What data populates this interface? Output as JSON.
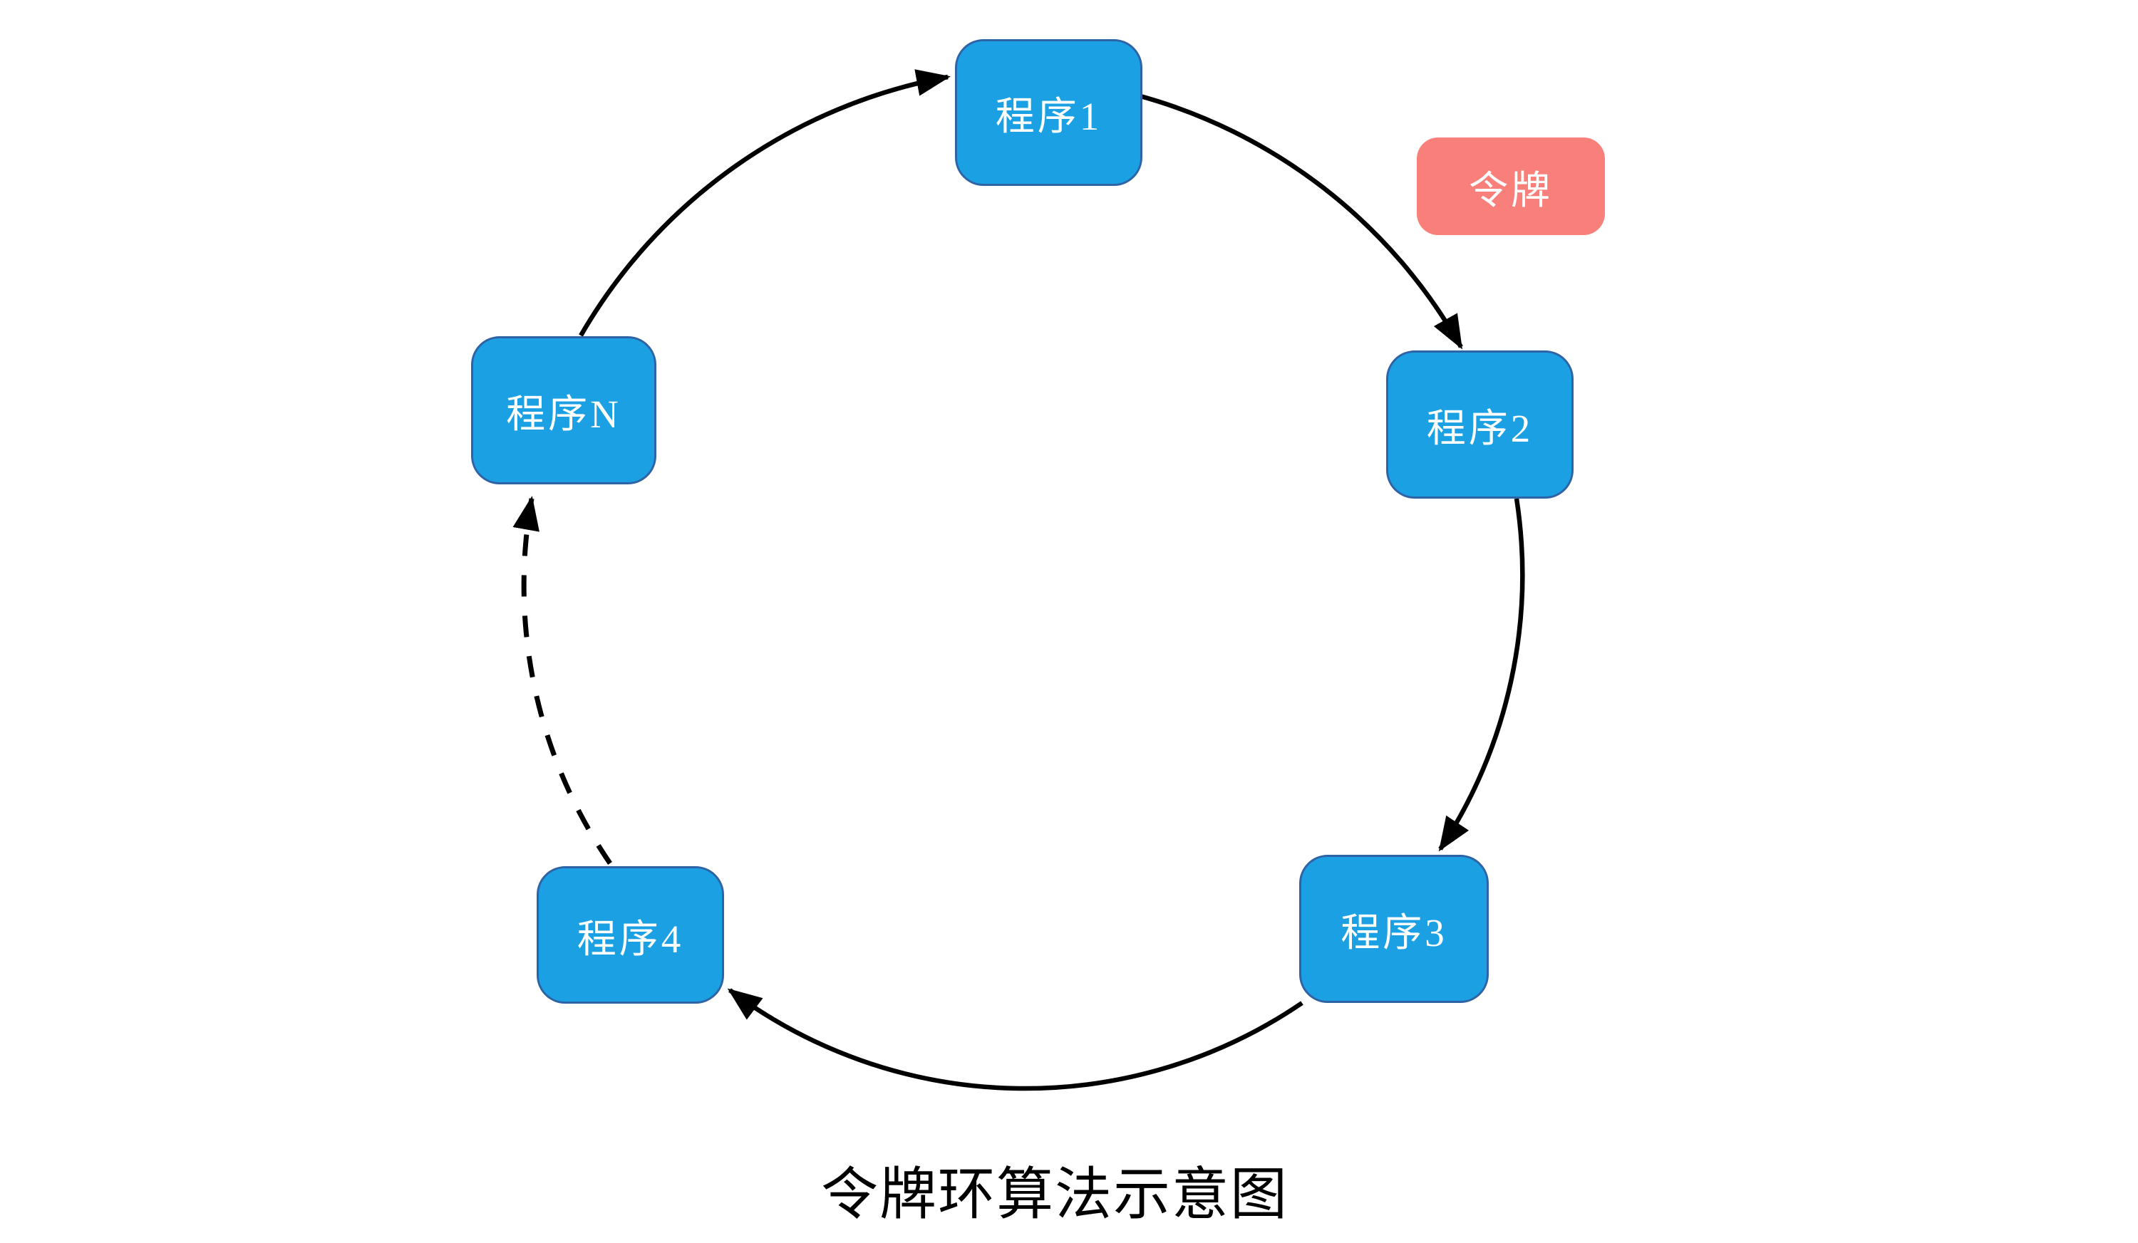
{
  "diagram": {
    "title": "令牌环算法示意图",
    "token": {
      "label": "令牌",
      "fill": "#F9807A",
      "text_color": "#FFFFFF"
    },
    "nodes": [
      {
        "id": "p1",
        "label": "程序1"
      },
      {
        "id": "p2",
        "label": "程序2"
      },
      {
        "id": "p3",
        "label": "程序3"
      },
      {
        "id": "p4",
        "label": "程序4"
      },
      {
        "id": "pN",
        "label": "程序N"
      }
    ],
    "node_style": {
      "fill": "#1BA1E3",
      "border": "#2E64A6",
      "text_color": "#FFFFFF"
    },
    "edges": [
      {
        "from": "程序1",
        "to": "程序2",
        "style": "solid"
      },
      {
        "from": "程序2",
        "to": "程序3",
        "style": "solid"
      },
      {
        "from": "程序3",
        "to": "程序4",
        "style": "solid"
      },
      {
        "from": "程序4",
        "to": "程序N",
        "style": "dashed"
      },
      {
        "from": "程序N",
        "to": "程序1",
        "style": "solid"
      }
    ],
    "arrow_color": "#000000",
    "background": "#FFFFFF"
  }
}
